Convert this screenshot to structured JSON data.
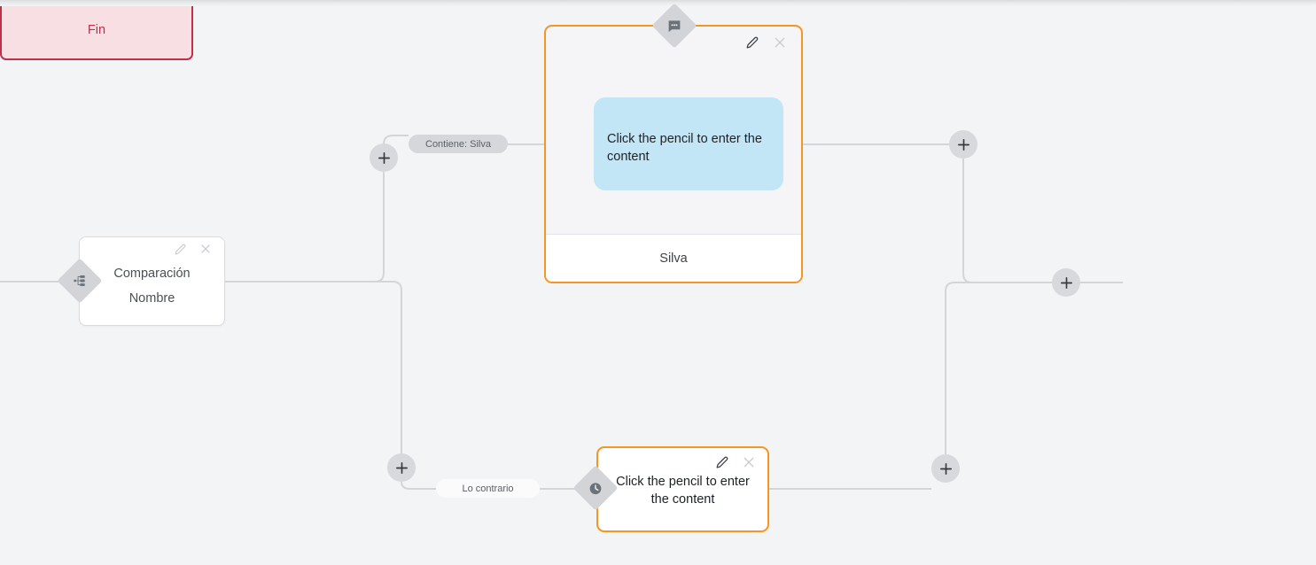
{
  "canvas": {
    "background_color": "#f2f4f6",
    "accent_orange": "#f59524",
    "accent_red": "#c0304a",
    "bubble_blue": "#c3e6f7",
    "connector_gray": "#d3d6d9"
  },
  "nodes": {
    "comparacion": {
      "title": "Comparación",
      "subtitle": "Nombre",
      "edit_icon": "pencil-icon",
      "close_icon": "close-icon",
      "badge_icon": "sitemap-icon"
    },
    "top_message": {
      "bubble_text": "Click the pencil to enter the content",
      "footer_label": "Silva",
      "edit_icon": "pencil-icon",
      "close_icon": "close-icon",
      "badge_icon": "message-icon"
    },
    "bottom_message": {
      "body_text": "Click the pencil to enter the content",
      "edit_icon": "pencil-icon",
      "close_icon": "close-icon",
      "badge_icon": "clock-icon"
    },
    "fin": {
      "label": "Fin"
    }
  },
  "edge_labels": {
    "contiene": "Contiene: Silva",
    "lo_contrario": "Lo contrario"
  },
  "add_buttons": {
    "a": "+",
    "b": "+",
    "c": "+",
    "d": "+",
    "e": "+"
  }
}
